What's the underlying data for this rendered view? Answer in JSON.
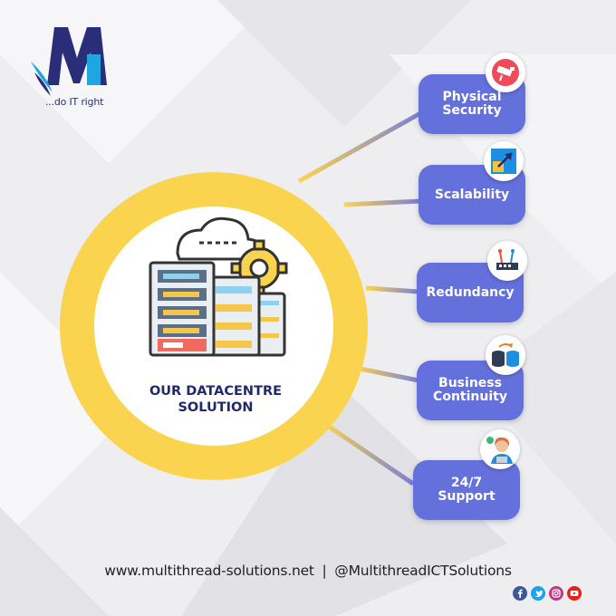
{
  "brand": {
    "tagline": "...do IT right"
  },
  "hub": {
    "title": "OUR DATACENTRE\nSOLUTION"
  },
  "features": [
    {
      "label": "Physical\nSecurity",
      "icon": "cctv-camera-icon"
    },
    {
      "label": "Scalability",
      "icon": "expand-arrow-icon"
    },
    {
      "label": "Redundancy",
      "icon": "network-switch-icon"
    },
    {
      "label": "Business\nContinuity",
      "icon": "database-sync-icon"
    },
    {
      "label": "24/7\nSupport",
      "icon": "support-agent-icon"
    }
  ],
  "footer": {
    "website": "www.multithread-solutions.net",
    "separator": "|",
    "handle": "@MultithreadICTSolutions"
  },
  "social": [
    "facebook-icon",
    "twitter-icon",
    "instagram-icon",
    "youtube-icon"
  ],
  "colors": {
    "pill": "#6470db",
    "ring": "#fbd44f",
    "brand_navy": "#1f2a6b",
    "background": "#eeeef0"
  }
}
